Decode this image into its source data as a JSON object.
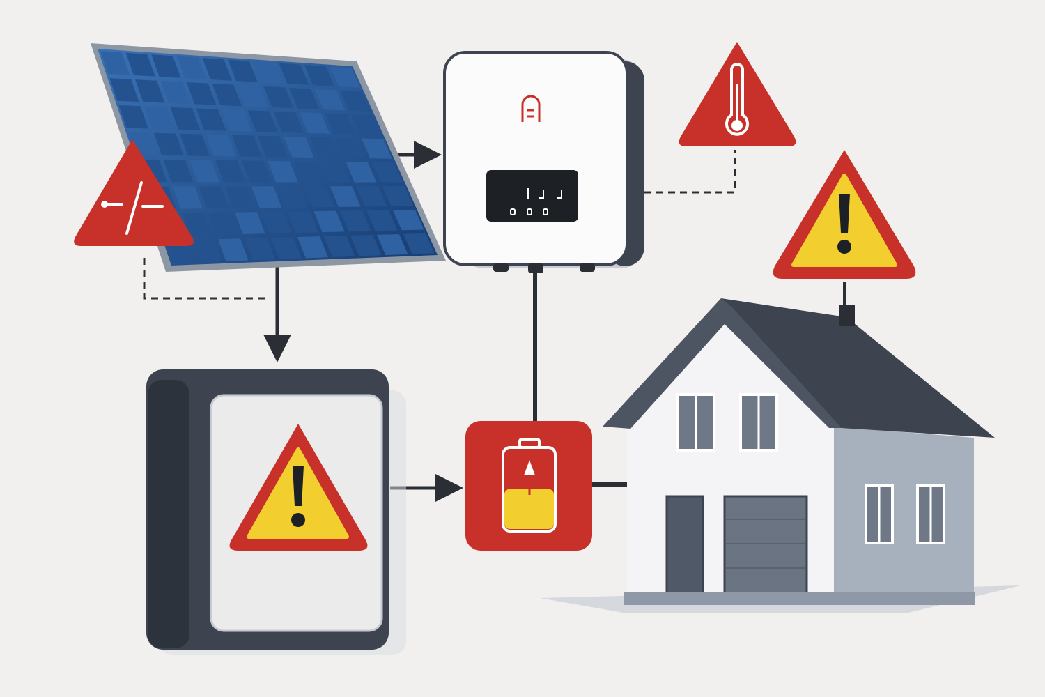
{
  "diagram": {
    "components": [
      {
        "id": "solar-panel",
        "icon": "solar-panel-icon"
      },
      {
        "id": "inverter",
        "icon": "inverter-icon"
      },
      {
        "id": "battery-storage",
        "icon": "battery-cabinet-icon"
      },
      {
        "id": "battery-hub",
        "icon": "battery-level-icon",
        "fill_level": 0.5
      },
      {
        "id": "house",
        "icon": "house-icon"
      }
    ],
    "warnings": [
      {
        "id": "disconnected-wire-warning",
        "icon": "broken-wire-icon"
      },
      {
        "id": "temperature-warning",
        "icon": "thermometer-icon"
      },
      {
        "id": "house-warning",
        "icon": "exclamation-icon"
      },
      {
        "id": "battery-warning",
        "icon": "exclamation-icon"
      }
    ]
  },
  "colors": {
    "background": "#f1f0ee",
    "alert_red": "#c8302a",
    "warning_yellow": "#f2cf2e",
    "panel_blue": "#1f4a86",
    "dark_gray": "#3d4450",
    "connector": "#2b2f35"
  }
}
